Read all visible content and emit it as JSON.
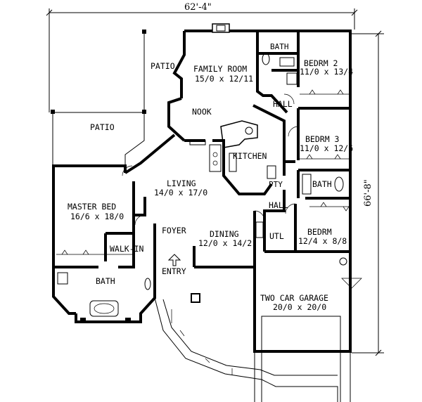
{
  "dimensions": {
    "width_label": "62'-4\"",
    "depth_label": "66'-8\""
  },
  "rooms": {
    "patio_top": "PATIO",
    "patio_left": "PATIO",
    "family_room": {
      "name": "FAMILY ROOM",
      "size": "15/0 x 12/11"
    },
    "nook": "NOOK",
    "kitchen": "KITCHEN",
    "bath_top": "BATH",
    "bedroom2": {
      "name": "BEDRM 2",
      "size": "11/0 x 13/4"
    },
    "hall_top": "HALL",
    "bedroom3": {
      "name": "BEDRM 3",
      "size": "11/0 x 12/6"
    },
    "living": {
      "name": "LIVING",
      "size": "14/0 x 17/0"
    },
    "pantry": "PTY",
    "bath_mid": "BATH",
    "hall_mid": "HALL",
    "master_bed": {
      "name": "MASTER BED",
      "size": "16/6 x 18/0"
    },
    "foyer": "FOYER",
    "dining": {
      "name": "DINING",
      "size": "12/0 x 14/2"
    },
    "utility": "UTL",
    "bedroom4": {
      "name": "BEDRM",
      "size": "12/4 x 8/8"
    },
    "walk_in": "WALK-IN",
    "entry": "ENTRY",
    "bath_master": "BATH",
    "garage": {
      "name": "TWO CAR GARAGE",
      "size": "20/0 x 20/0"
    }
  }
}
